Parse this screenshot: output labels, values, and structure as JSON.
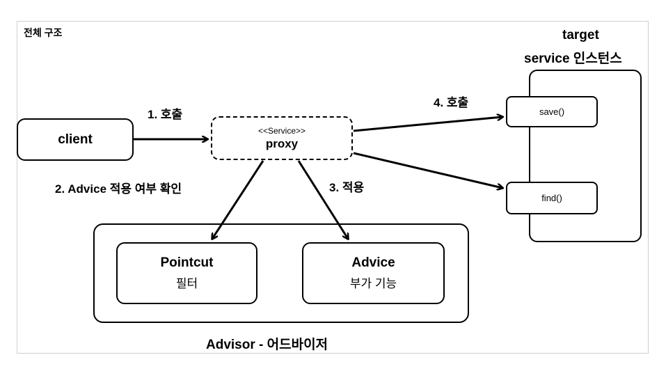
{
  "title": "전체 구조",
  "client": {
    "label": "client"
  },
  "proxy": {
    "stereotype": "<<Service>>",
    "label": "proxy"
  },
  "target": {
    "title_line1": "target",
    "title_line2": "service 인스턴스",
    "methods": [
      "save()",
      "find()"
    ]
  },
  "advisor": {
    "caption": "Advisor - 어드바이저",
    "pointcut": {
      "title": "Pointcut",
      "subtitle": "필터"
    },
    "advice": {
      "title": "Advice",
      "subtitle": "부가 기능"
    }
  },
  "steps": {
    "step1": "1. 호출",
    "step2": "2. Advice 적용 여부 확인",
    "step3": "3. 적용",
    "step4": "4. 호출"
  },
  "colors": {
    "line": "#000000",
    "frame": "#cfcfcf",
    "background": "#ffffff"
  }
}
